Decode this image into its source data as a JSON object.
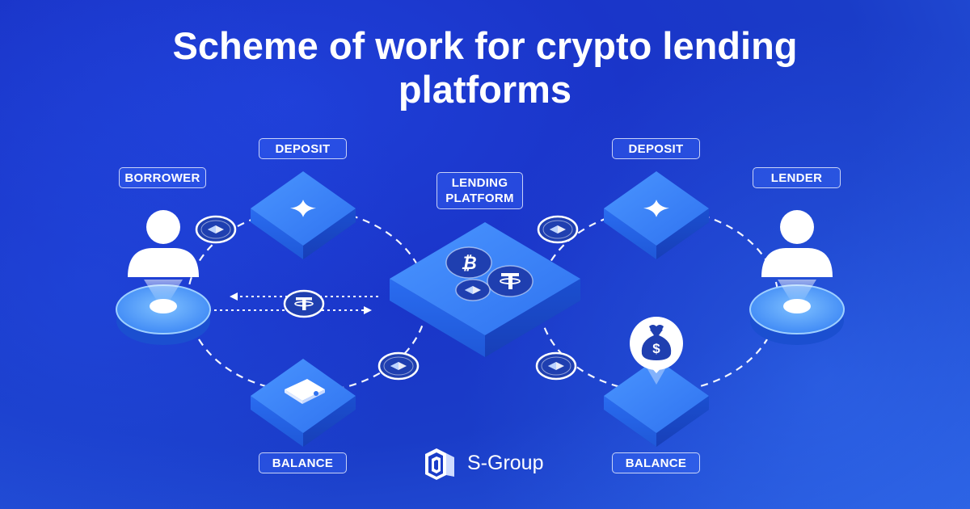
{
  "title": {
    "line1": "Scheme of work for crypto lending",
    "line2": "platforms"
  },
  "labels": {
    "borrower": "BORROWER",
    "lender": "LENDER",
    "lending_platform_line1": "LENDING",
    "lending_platform_line2": "PLATFORM",
    "deposit_left": "DEPOSIT",
    "deposit_right": "DEPOSIT",
    "balance_left": "BALANCE",
    "balance_right": "BALANCE"
  },
  "brand": {
    "name": "S-Group"
  },
  "colors": {
    "background": "#1a35c9",
    "block_top": "#3f8bff",
    "block_side": "#1e5fe6",
    "coin_fill": "#1f3fb0",
    "coin_ring": "#ffffff",
    "dash": "#ffffff"
  },
  "icons": {
    "borrower": "user-icon",
    "lender": "user-icon",
    "deposit": "sparkle-icon",
    "balance": "wallet-icon",
    "money": "money-bag-icon",
    "bitcoin": "bitcoin-icon",
    "tether": "tether-icon",
    "ethereum": "ethereum-icon",
    "logo": "s-group-logo-icon"
  }
}
